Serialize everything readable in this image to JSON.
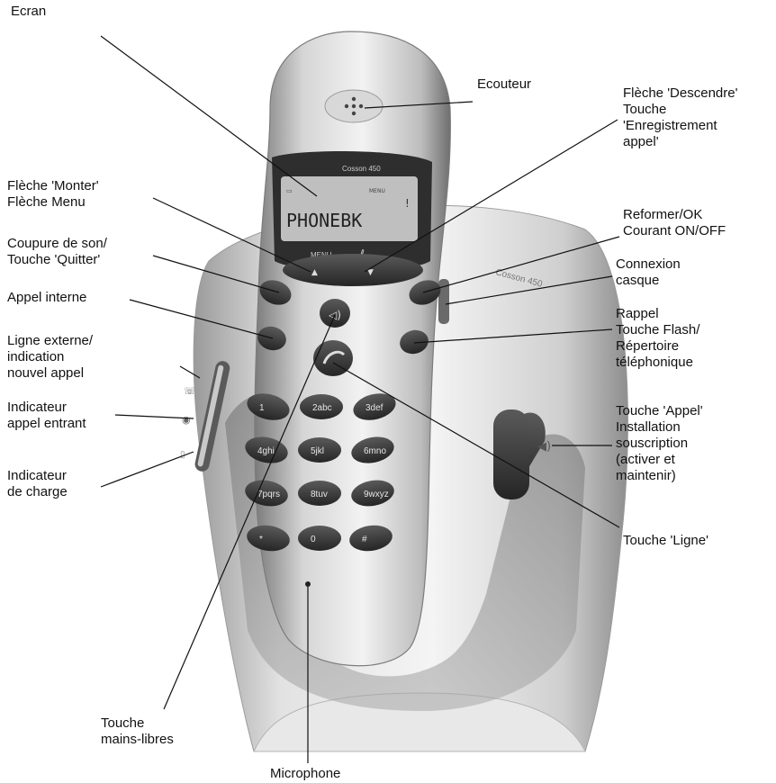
{
  "labels": {
    "ecran": [
      "Ecran"
    ],
    "ecouteur": [
      "Ecouteur"
    ],
    "fleche_descendre": [
      "Flèche 'Descendre'",
      "Touche",
      "'Enregistrement",
      "appel'"
    ],
    "fleche_monter": [
      "Flèche 'Monter'",
      "Flèche Menu"
    ],
    "reformer": [
      "Reformer/OK",
      "Courant ON/OFF"
    ],
    "coupure": [
      "Coupure de son/",
      "Touche 'Quitter'"
    ],
    "connexion": [
      "Connexion",
      "casque"
    ],
    "appel_interne": [
      "Appel interne"
    ],
    "rappel": [
      "Rappel",
      "Touche Flash/",
      "Répertoire",
      "téléphonique"
    ],
    "ligne_externe": [
      "Ligne externe/",
      "indication",
      "nouvel appel"
    ],
    "indicateur_appel": [
      "Indicateur",
      "appel entrant"
    ],
    "touche_appel": [
      "Touche 'Appel'",
      "Installation",
      "souscription",
      "(activer et",
      "maintenir)"
    ],
    "indicateur_charge": [
      "Indicateur",
      "de charge"
    ],
    "touche_ligne": [
      "Touche 'Ligne'"
    ],
    "touche_mains_libres": [
      "Touche",
      "mains-libres"
    ],
    "microphone": [
      "Microphone"
    ]
  },
  "device": {
    "brand_top": "Cosson 450",
    "brand_base": "Cosson 450",
    "lcd_text": "PHONEBK",
    "menu_label": "MENU",
    "keypad": [
      "1",
      "2abc",
      "3def",
      "4ghi",
      "5jkl",
      "6mno",
      "7pqrs",
      "8tuv",
      "9wxyz",
      "*",
      "0",
      "#"
    ]
  },
  "colors": {
    "body_light": "#e6e6e6",
    "body_dark": "#8a8a8a",
    "key_dark": "#3a3a3a",
    "lcd": "#bfbfbf"
  }
}
